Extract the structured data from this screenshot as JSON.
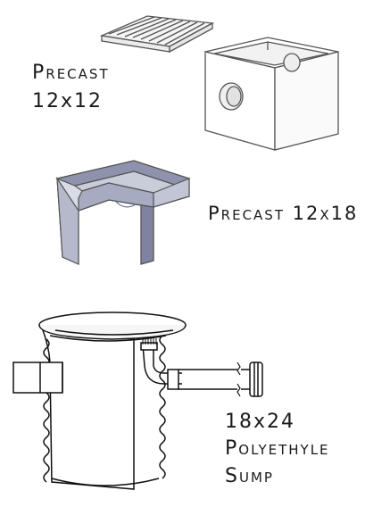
{
  "labels": {
    "precast_12x12_line1": "PRECAST",
    "precast_12x12_line2": "12x12",
    "precast_12x18": "PRECAST 12x18",
    "poly_line1": "18x24",
    "poly_line2": "POLYETHYLE",
    "poly_line3": "SUMP"
  },
  "colors": {
    "line": "#444444",
    "concrete_fill": "#d9dbe6",
    "concrete_shade": "#9fa3ba",
    "concrete_dark": "#6d7190",
    "white": "#ffffff"
  }
}
